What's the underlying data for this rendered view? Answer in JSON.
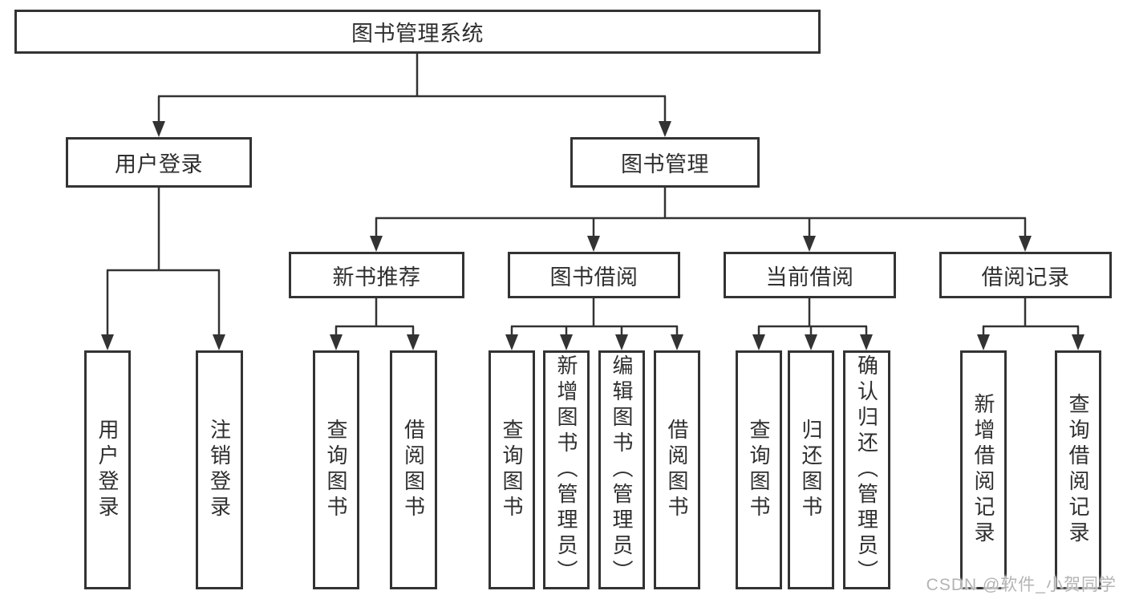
{
  "diagram": {
    "root": {
      "label": "图书管理系统"
    },
    "children": [
      {
        "label": "用户登录",
        "children": [
          {
            "label": "用户登录"
          },
          {
            "label": "注销登录"
          }
        ]
      },
      {
        "label": "图书管理",
        "children": [
          {
            "label": "新书推荐",
            "children": [
              {
                "label": "查询图书"
              },
              {
                "label": "借阅图书"
              }
            ]
          },
          {
            "label": "图书借阅",
            "children": [
              {
                "label": "查询图书"
              },
              {
                "label": "新增图书（管理员）"
              },
              {
                "label": "编辑图书（管理员）"
              },
              {
                "label": "借阅图书"
              }
            ]
          },
          {
            "label": "当前借阅",
            "children": [
              {
                "label": "查询图书"
              },
              {
                "label": "归还图书"
              },
              {
                "label": "确认归还（管理员）"
              }
            ]
          },
          {
            "label": "借阅记录",
            "children": [
              {
                "label": "新增借阅记录"
              },
              {
                "label": "查询借阅记录"
              }
            ]
          }
        ]
      }
    ]
  },
  "watermark": {
    "text": "CSDN @软件_小贺同学"
  },
  "colors": {
    "line": "#333333",
    "box_border": "#333333",
    "text": "#2f2f2f",
    "watermark": "#b4b4b4",
    "background": "#ffffff"
  }
}
